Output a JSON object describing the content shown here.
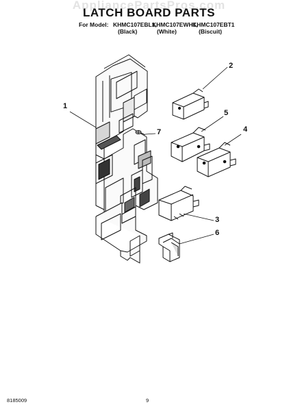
{
  "watermark": "AppliancePartsPros.com",
  "header": {
    "title": "LATCH BOARD PARTS",
    "for_model_label": "For Model:",
    "models": [
      "KHMC107EBL1,",
      "KHMC107EWH1,",
      "KHMC107EBT1"
    ],
    "colors": [
      "(Black)",
      "(White)",
      "(Biscuit)"
    ]
  },
  "callouts": [
    "1",
    "2",
    "3",
    "4",
    "5",
    "6",
    "7"
  ],
  "footer": {
    "doc_number": "8185009",
    "page_number": "9"
  }
}
